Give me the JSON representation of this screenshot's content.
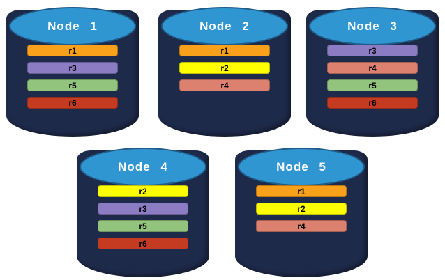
{
  "palette": {
    "cylinder_body": "#1E2A4A",
    "cylinder_top_fill": "#3096D2",
    "cylinder_top_border": "#1F5C8A",
    "node_title_text": "#FFFFFF",
    "bar_text": "#000000",
    "background": "#FFFFFF"
  },
  "replica_colors": {
    "r1": "#F9A11B",
    "r2": "#FFFF00",
    "r3": "#8B7CC4",
    "r4": "#DC8070",
    "r5": "#93C47D",
    "r6": "#C53B22"
  },
  "nodes": [
    {
      "label": "Node 1",
      "replicas": [
        {
          "label": "r1",
          "color": "#F9A11B"
        },
        {
          "label": "r3",
          "color": "#8B7CC4"
        },
        {
          "label": "r5",
          "color": "#93C47D"
        },
        {
          "label": "r6",
          "color": "#C53B22"
        }
      ]
    },
    {
      "label": "Node 2",
      "replicas": [
        {
          "label": "r1",
          "color": "#F9A11B"
        },
        {
          "label": "r2",
          "color": "#FFFF00"
        },
        {
          "label": "r4",
          "color": "#DC8070"
        }
      ]
    },
    {
      "label": "Node 3",
      "replicas": [
        {
          "label": "r3",
          "color": "#8B7CC4"
        },
        {
          "label": "r4",
          "color": "#DC8070"
        },
        {
          "label": "r5",
          "color": "#93C47D"
        },
        {
          "label": "r6",
          "color": "#C53B22"
        }
      ]
    },
    {
      "label": "Node 4",
      "replicas": [
        {
          "label": "r2",
          "color": "#FFFF00"
        },
        {
          "label": "r3",
          "color": "#8B7CC4"
        },
        {
          "label": "r5",
          "color": "#93C47D"
        },
        {
          "label": "r6",
          "color": "#C53B22"
        }
      ]
    },
    {
      "label": "Node 5",
      "replicas": [
        {
          "label": "r1",
          "color": "#F9A11B"
        },
        {
          "label": "r2",
          "color": "#FFFF00"
        },
        {
          "label": "r4",
          "color": "#DC8070"
        }
      ]
    }
  ]
}
